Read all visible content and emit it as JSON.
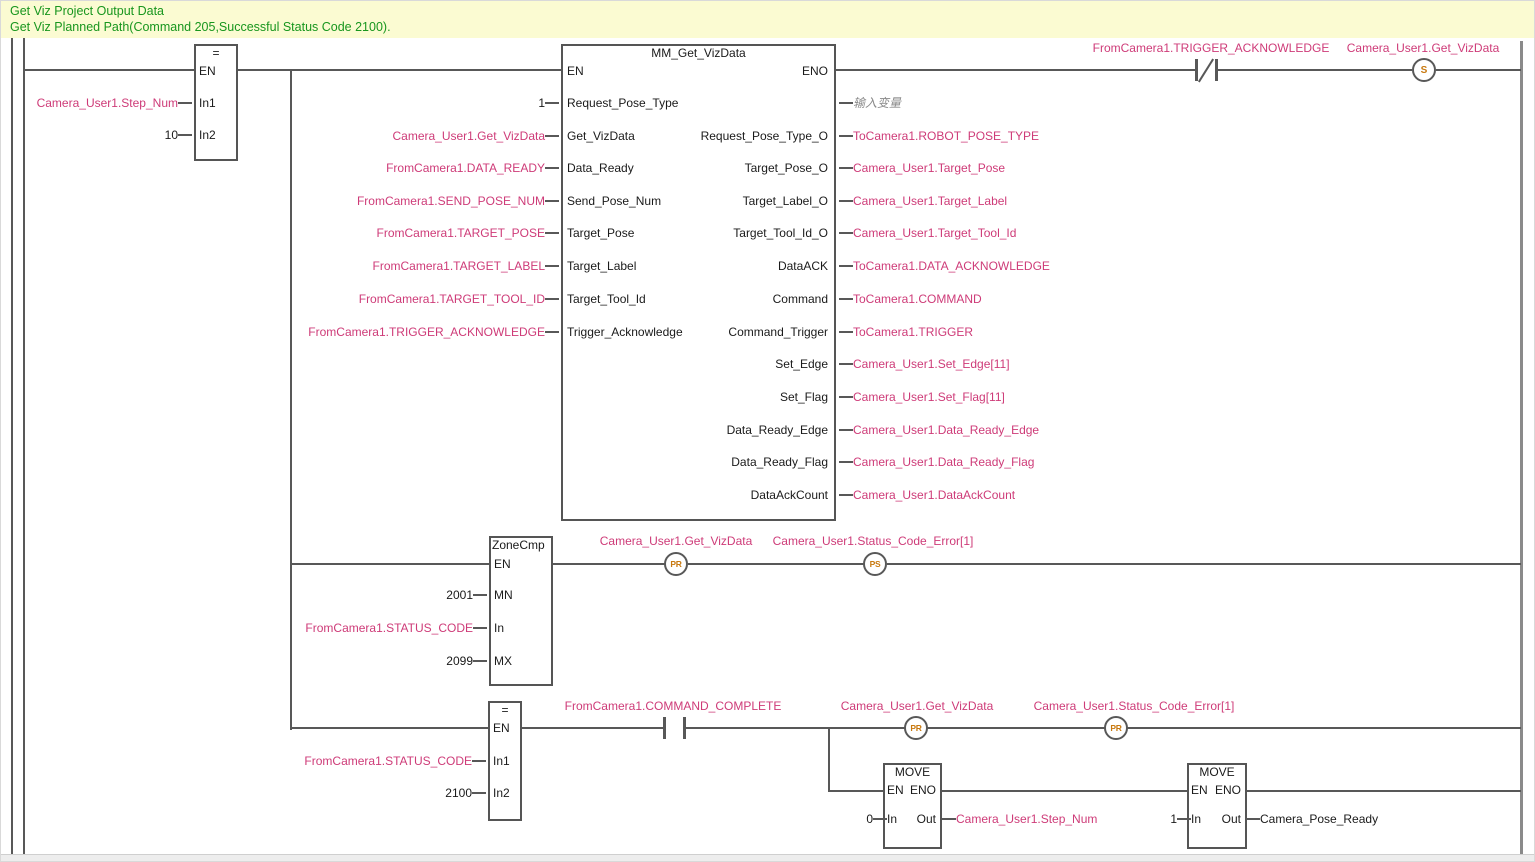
{
  "comment": {
    "line1": "Get Viz Project Output Data",
    "line2": "Get Viz Planned Path(Command 205,Successful Status Code 2100)."
  },
  "colors": {
    "variable_pink": "#CE3B78",
    "comment_green": "#18961E",
    "comment_bg": "#FBFBD2",
    "wire_gray": "#585858",
    "coil_amber": "#C8790F"
  },
  "rung1": {
    "eq": {
      "title": "=",
      "en": "EN",
      "in1": "In1",
      "in2": "In2",
      "in1_value": "Camera_User1.Step_Num",
      "in2_value": "10"
    },
    "nc_contact_label": "FromCamera1.TRIGGER_ACKNOWLEDGE",
    "set_coil_label": "Camera_User1.Get_VizData",
    "set_coil_symbol": "S"
  },
  "fb": {
    "title": "MM_Get_VizData",
    "left": [
      {
        "name": "EN"
      },
      {
        "name": "Request_Pose_Type",
        "value": "1"
      },
      {
        "name": "Get_VizData",
        "value": "Camera_User1.Get_VizData"
      },
      {
        "name": "Data_Ready",
        "value": "FromCamera1.DATA_READY"
      },
      {
        "name": "Send_Pose_Num",
        "value": "FromCamera1.SEND_POSE_NUM"
      },
      {
        "name": "Target_Pose",
        "value": "FromCamera1.TARGET_POSE"
      },
      {
        "name": "Target_Label",
        "value": "FromCamera1.TARGET_LABEL"
      },
      {
        "name": "Target_Tool_Id",
        "value": "FromCamera1.TARGET_TOOL_ID"
      },
      {
        "name": "Trigger_Acknowledge",
        "value": "FromCamera1.TRIGGER_ACKNOWLEDGE"
      }
    ],
    "right": [
      {
        "name": "ENO"
      },
      {
        "name": "",
        "value": "输入变量"
      },
      {
        "name": "Request_Pose_Type_O",
        "value": "ToCamera1.ROBOT_POSE_TYPE"
      },
      {
        "name": "Target_Pose_O",
        "value": "Camera_User1.Target_Pose"
      },
      {
        "name": "Target_Label_O",
        "value": "Camera_User1.Target_Label"
      },
      {
        "name": "Target_Tool_Id_O",
        "value": "Camera_User1.Target_Tool_Id"
      },
      {
        "name": "DataACK",
        "value": "ToCamera1.DATA_ACKNOWLEDGE"
      },
      {
        "name": "Command",
        "value": "ToCamera1.COMMAND"
      },
      {
        "name": "Command_Trigger",
        "value": "ToCamera1.TRIGGER"
      },
      {
        "name": "Set_Edge",
        "value": "Camera_User1.Set_Edge[11]"
      },
      {
        "name": "Set_Flag",
        "value": "Camera_User1.Set_Flag[11]"
      },
      {
        "name": "Data_Ready_Edge",
        "value": "Camera_User1.Data_Ready_Edge"
      },
      {
        "name": "Data_Ready_Flag",
        "value": "Camera_User1.Data_Ready_Flag"
      },
      {
        "name": "DataAckCount",
        "value": "Camera_User1.DataAckCount"
      }
    ]
  },
  "rung2": {
    "zonecmp": {
      "title": "ZoneCmp",
      "en": "EN",
      "mn": "MN",
      "in": "In",
      "mx": "MX",
      "mn_value": "2001",
      "in_value": "FromCamera1.STATUS_CODE",
      "mx_value": "2099"
    },
    "pr_coil": {
      "label": "Camera_User1.Get_VizData",
      "symbol": "PR"
    },
    "ps_coil": {
      "label": "Camera_User1.Status_Code_Error[1]",
      "symbol": "PS"
    }
  },
  "rung3": {
    "eq": {
      "title": "=",
      "en": "EN",
      "in1": "In1",
      "in2": "In2",
      "in1_value": "FromCamera1.STATUS_CODE",
      "in2_value": "2100"
    },
    "no_contact_label": "FromCamera1.COMMAND_COMPLETE",
    "pr_coil1": {
      "label": "Camera_User1.Get_VizData",
      "symbol": "PR"
    },
    "pr_coil2": {
      "label": "Camera_User1.Status_Code_Error[1]",
      "symbol": "PR"
    },
    "move1": {
      "title": "MOVE",
      "en": "EN",
      "eno": "ENO",
      "in": "In",
      "out": "Out",
      "in_value": "0",
      "out_value": "Camera_User1.Step_Num"
    },
    "move2": {
      "title": "MOVE",
      "en": "EN",
      "eno": "ENO",
      "in": "In",
      "out": "Out",
      "in_value": "1",
      "out_value": "Camera_Pose_Ready"
    }
  }
}
